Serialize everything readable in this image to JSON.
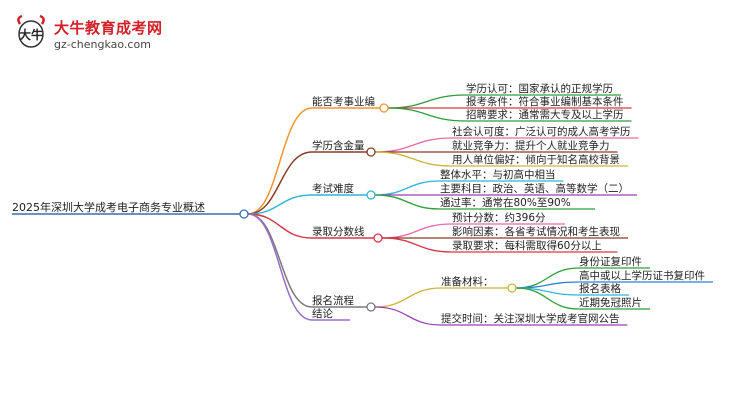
{
  "logo": {
    "title": "大牛教育成考网",
    "url": "gz-chengkao.com",
    "mark_text": "大牛"
  },
  "root": {
    "label": "2025年深圳大学成考电子商务专业概述"
  },
  "branches": [
    {
      "label": "能否考事业编",
      "color": "#f29431",
      "children": [
        {
          "label": "学历认可：国家承认的正规学历",
          "color": "#2e9e3a"
        },
        {
          "label": "报考条件：符合事业编制基本条件",
          "color": "#d6374a"
        },
        {
          "label": "招聘要求：通常需大专及以上学历",
          "color": "#2e9e3a"
        }
      ]
    },
    {
      "label": "学历含金量",
      "color": "#8c3b26",
      "children": [
        {
          "label": "社会认可度：广泛认可的成人高考学历",
          "color": "#e86aa8"
        },
        {
          "label": "就业竞争力：提升个人就业竞争力",
          "color": "#8c3b26"
        },
        {
          "label": "用人单位偏好：倾向于知名高校背景",
          "color": "#c9b63a"
        }
      ]
    },
    {
      "label": "考试难度",
      "color": "#2fb5d6",
      "children": [
        {
          "label": "整体水平：与初高中相当",
          "color": "#2fb5d6"
        },
        {
          "label": "主要科目：政治、英语、高等数学（二）",
          "color": "#9b3fb5"
        },
        {
          "label": "通过率：通常在80%至90%",
          "color": "#2e9e3a"
        }
      ]
    },
    {
      "label": "录取分数线",
      "color": "#d6374a",
      "children": [
        {
          "label": "预计分数：约396分",
          "color": "#e86aa8"
        },
        {
          "label": "影响因素：各省考试情况和考生表现",
          "color": "#8c3b26"
        },
        {
          "label": "录取要求：每科需取得60分以上",
          "color": "#d6374a"
        }
      ]
    },
    {
      "label": "报名流程",
      "color": "#7a7a7a",
      "children": [
        {
          "label": "准备材料：",
          "color": "#c9b63a",
          "children": [
            {
              "label": "身份证复印件",
              "color": "#2e9e3a"
            },
            {
              "label": "高中或以上学历证书复印件",
              "color": "#2f7fd6"
            },
            {
              "label": "报名表格",
              "color": "#2fb5d6"
            },
            {
              "label": "近期免冠照片",
              "color": "#2e9e3a"
            }
          ]
        },
        {
          "label": "提交时间：关注深圳大学成考官网公告",
          "color": "#9b3fb5"
        }
      ]
    },
    {
      "label": "结论",
      "color": "#9b6fc8",
      "children": []
    }
  ]
}
